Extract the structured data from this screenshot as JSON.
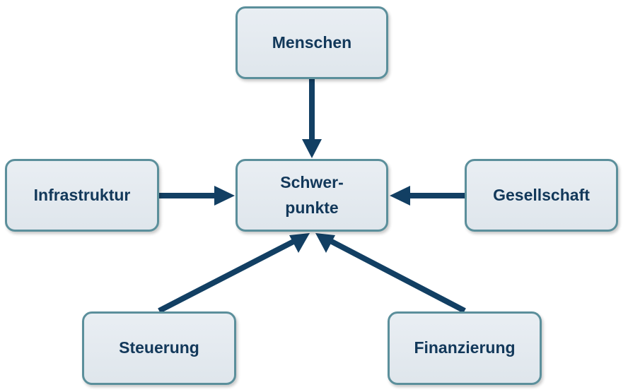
{
  "diagram": {
    "center": {
      "id": "schwerpunkte",
      "label": "Schwer-\npunkte"
    },
    "nodes": [
      {
        "id": "menschen",
        "label": "Menschen"
      },
      {
        "id": "infrastruktur",
        "label": "Infrastruktur"
      },
      {
        "id": "gesellschaft",
        "label": "Gesellschaft"
      },
      {
        "id": "steuerung",
        "label": "Steuerung"
      },
      {
        "id": "finanzierung",
        "label": "Finanzierung"
      }
    ],
    "edges": [
      {
        "from": "menschen",
        "to": "schwerpunkte"
      },
      {
        "from": "infrastruktur",
        "to": "schwerpunkte"
      },
      {
        "from": "gesellschaft",
        "to": "schwerpunkte"
      },
      {
        "from": "steuerung",
        "to": "schwerpunkte"
      },
      {
        "from": "finanzierung",
        "to": "schwerpunkte"
      }
    ],
    "colors": {
      "box_fill": "#e4eaef",
      "box_border": "#5b8f9b",
      "text": "#12385a",
      "arrow": "#123f63"
    }
  }
}
